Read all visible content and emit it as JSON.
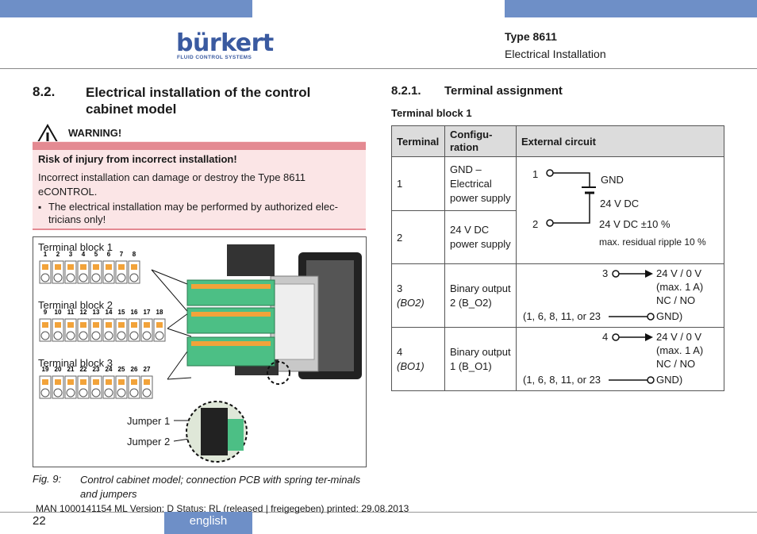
{
  "header": {
    "logo": "bürkert",
    "logo_sub": "FLUID CONTROL SYSTEMS",
    "type": "Type 8611",
    "subtitle": "Electrical Installation"
  },
  "section": {
    "number": "8.2.",
    "title": "Electrical installation of the control cabinet model"
  },
  "warning": {
    "label": "WARNING!",
    "heading": "Risk of injury from incorrect installation!",
    "text": "Incorrect installation can damage or destroy the Type 8611 eCONTROL.",
    "bullet": "The electrical installation may be performed by authorized elec-tricians only!"
  },
  "figure": {
    "tb1": "Terminal block 1",
    "tb1_pins": [
      "1",
      "2",
      "3",
      "4",
      "5",
      "6",
      "7",
      "8"
    ],
    "tb2": "Terminal block 2",
    "tb2_pins": [
      "9",
      "10",
      "11",
      "12",
      "13",
      "14",
      "15",
      "16",
      "17",
      "18"
    ],
    "tb3": "Terminal block 3",
    "tb3_pins": [
      "19",
      "20",
      "21",
      "22",
      "23",
      "24",
      "25",
      "26",
      "27"
    ],
    "jumper1": "Jumper 1",
    "jumper2": "Jumper 2",
    "caption_label": "Fig. 9:",
    "caption": "Control cabinet model; connection PCB with spring ter-minals and jumpers"
  },
  "subsection": {
    "number": "8.2.1.",
    "title": "Terminal assignment",
    "block_label": "Terminal block 1"
  },
  "table": {
    "headers": [
      "Terminal",
      "Configu-ration",
      "External circuit"
    ],
    "rows": [
      {
        "terminal": "1",
        "config": "GND – Electrical power supply"
      },
      {
        "terminal": "2",
        "config": "24 V DC power supply"
      },
      {
        "terminal": "3",
        "terminal_sub": "(BO2)",
        "config": "Binary output 2 (B_O2)"
      },
      {
        "terminal": "4",
        "terminal_sub": "(BO1)",
        "config": "Binary output 1 (B_O1)"
      }
    ],
    "circuit": {
      "pin1": "1",
      "gnd": "GND",
      "v24": "24 V DC",
      "pin2": "2",
      "v24tol": "24 V DC ±10 %",
      "ripple": "max. residual ripple 10 %",
      "pin3": "3",
      "out3a": "24 V / 0 V",
      "out3b": "(max. 1 A)",
      "out3c": "NC / NO",
      "ret3": "(1, 6, 8, 11, or 23",
      "gnd3": "GND)",
      "pin4": "4",
      "out4a": "24 V / 0 V",
      "out4b": "(max. 1 A)",
      "out4c": "NC / NO",
      "ret4": "(1, 6, 8, 11, or 23",
      "gnd4": "GND)"
    }
  },
  "footer": {
    "doc": "MAN  1000141154  ML  Version: D Status: RL (released | freigegeben)  printed: 29.08.2013",
    "page": "22",
    "language": "english"
  }
}
